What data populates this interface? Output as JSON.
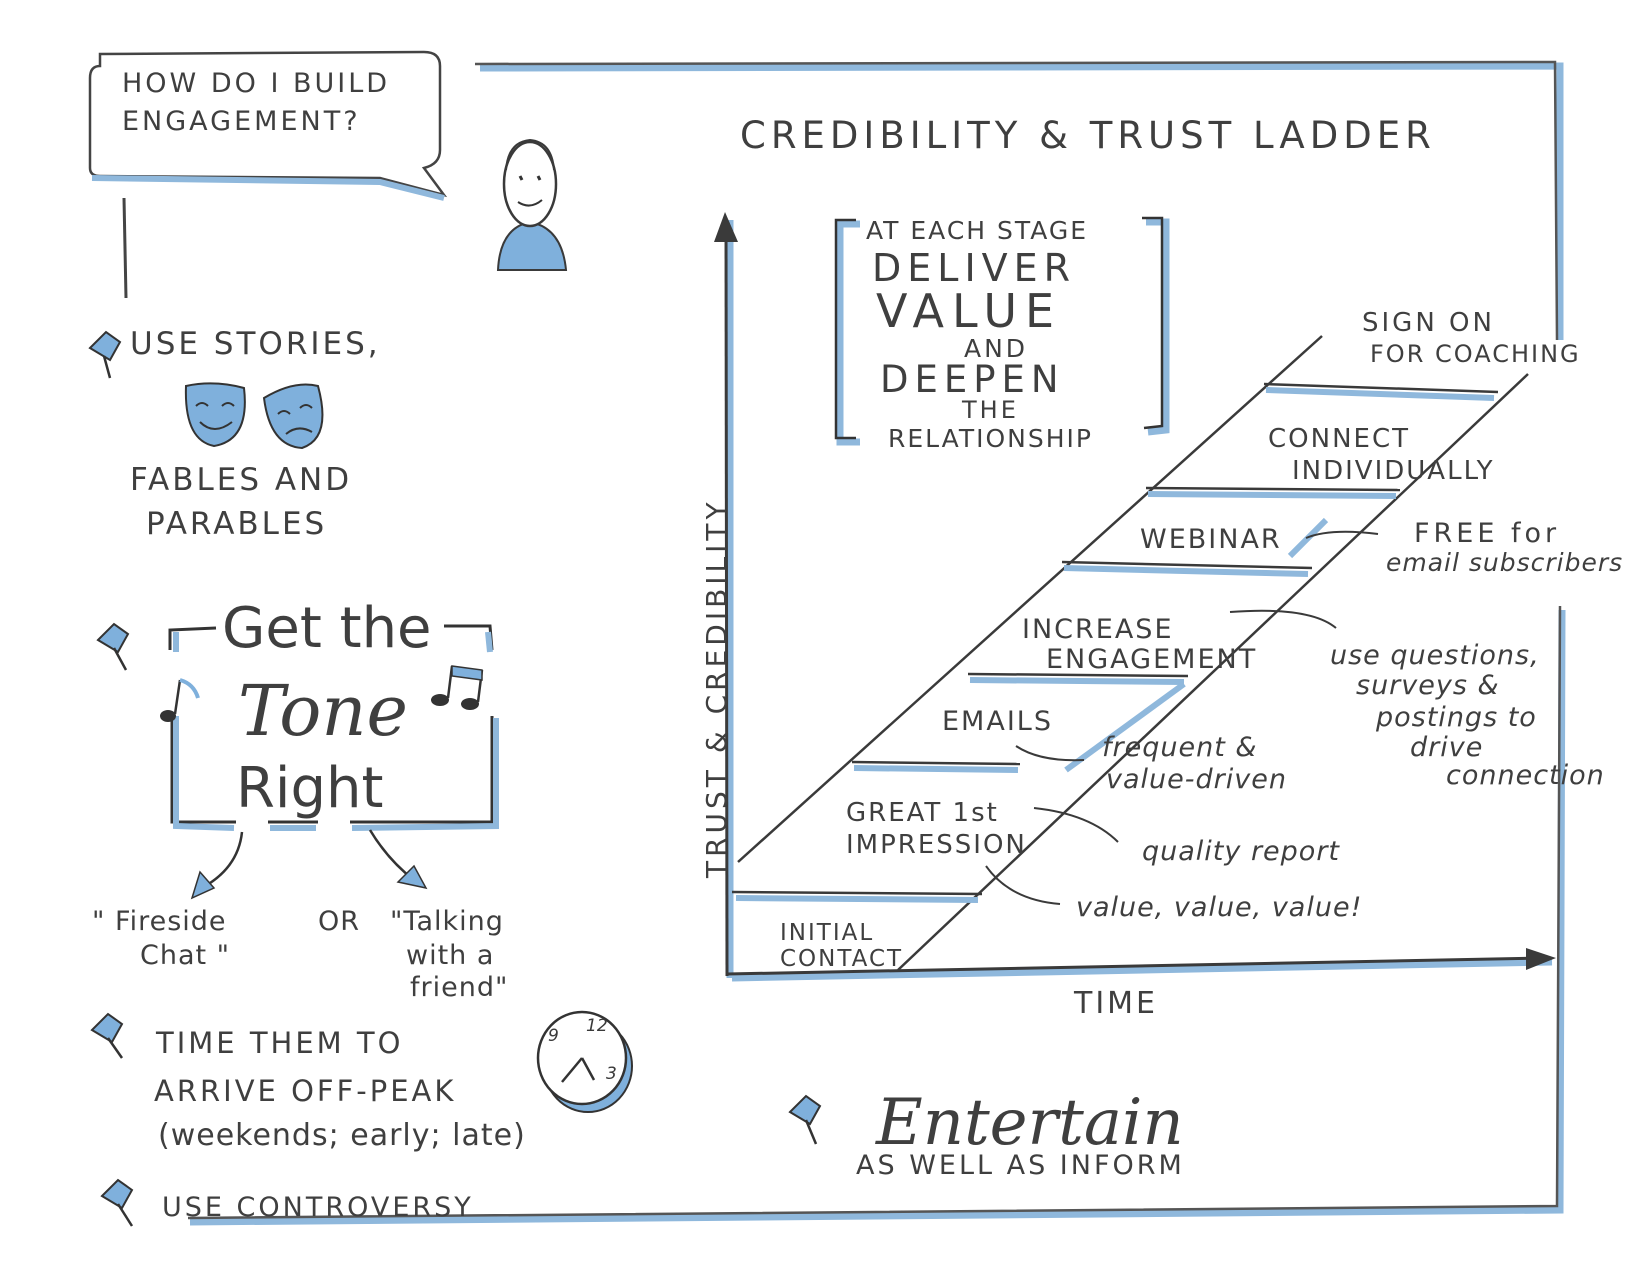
{
  "speech_bubble": [
    "HOW DO I BUILD",
    "ENGAGEMENT?"
  ],
  "left_tips": {
    "stories": [
      "USE STORIES,",
      "FABLES AND",
      "PARABLES"
    ],
    "tone": {
      "line1": "Get the",
      "line2": "Tone",
      "line3": "Right"
    },
    "tone_options": {
      "fireside": [
        "\" Fireside",
        "Chat \""
      ],
      "or": "OR",
      "friend": [
        "\"Talking",
        "with a",
        "friend\""
      ]
    },
    "timing": [
      "TIME THEM TO",
      "ARRIVE OFF-PEAK",
      "(weekends; early; late)"
    ],
    "clock_numbers": [
      "9",
      "12",
      "3"
    ],
    "controversy": "USE CONTROVERSY"
  },
  "ladder": {
    "title": "CREDIBILITY & TRUST LADDER",
    "y_axis": "TRUST & CREDIBILITY",
    "x_axis": "TIME",
    "box": [
      "AT EACH STAGE",
      "DELIVER",
      "VALUE",
      "AND",
      "DEEPEN",
      "THE",
      "RELATIONSHIP"
    ],
    "stages": [
      {
        "label": [
          "INITIAL",
          "CONTACT"
        ]
      },
      {
        "label": [
          "GREAT 1st",
          "IMPRESSION"
        ]
      },
      {
        "label": [
          "EMAILS"
        ]
      },
      {
        "label": [
          "INCREASE",
          "ENGAGEMENT"
        ]
      },
      {
        "label": [
          "WEBINAR"
        ]
      },
      {
        "label": [
          "CONNECT",
          "INDIVIDUALLY"
        ]
      },
      {
        "label": [
          "SIGN ON",
          "FOR COACHING"
        ]
      }
    ],
    "annotations": {
      "quality_report": "quality report",
      "value": "value, value, value!",
      "emails": [
        "frequent &",
        "value-driven"
      ],
      "engagement": [
        "use questions,",
        "surveys &",
        "postings to",
        "drive",
        "connection"
      ],
      "webinar": [
        "FREE for",
        "email subscribers"
      ]
    }
  },
  "entertain": {
    "main": "Entertain",
    "sub": "AS WELL AS INFORM"
  },
  "colors": {
    "accent": "#7fb0dc",
    "ink": "#3f3f3f",
    "fill": "#88b9e3"
  }
}
